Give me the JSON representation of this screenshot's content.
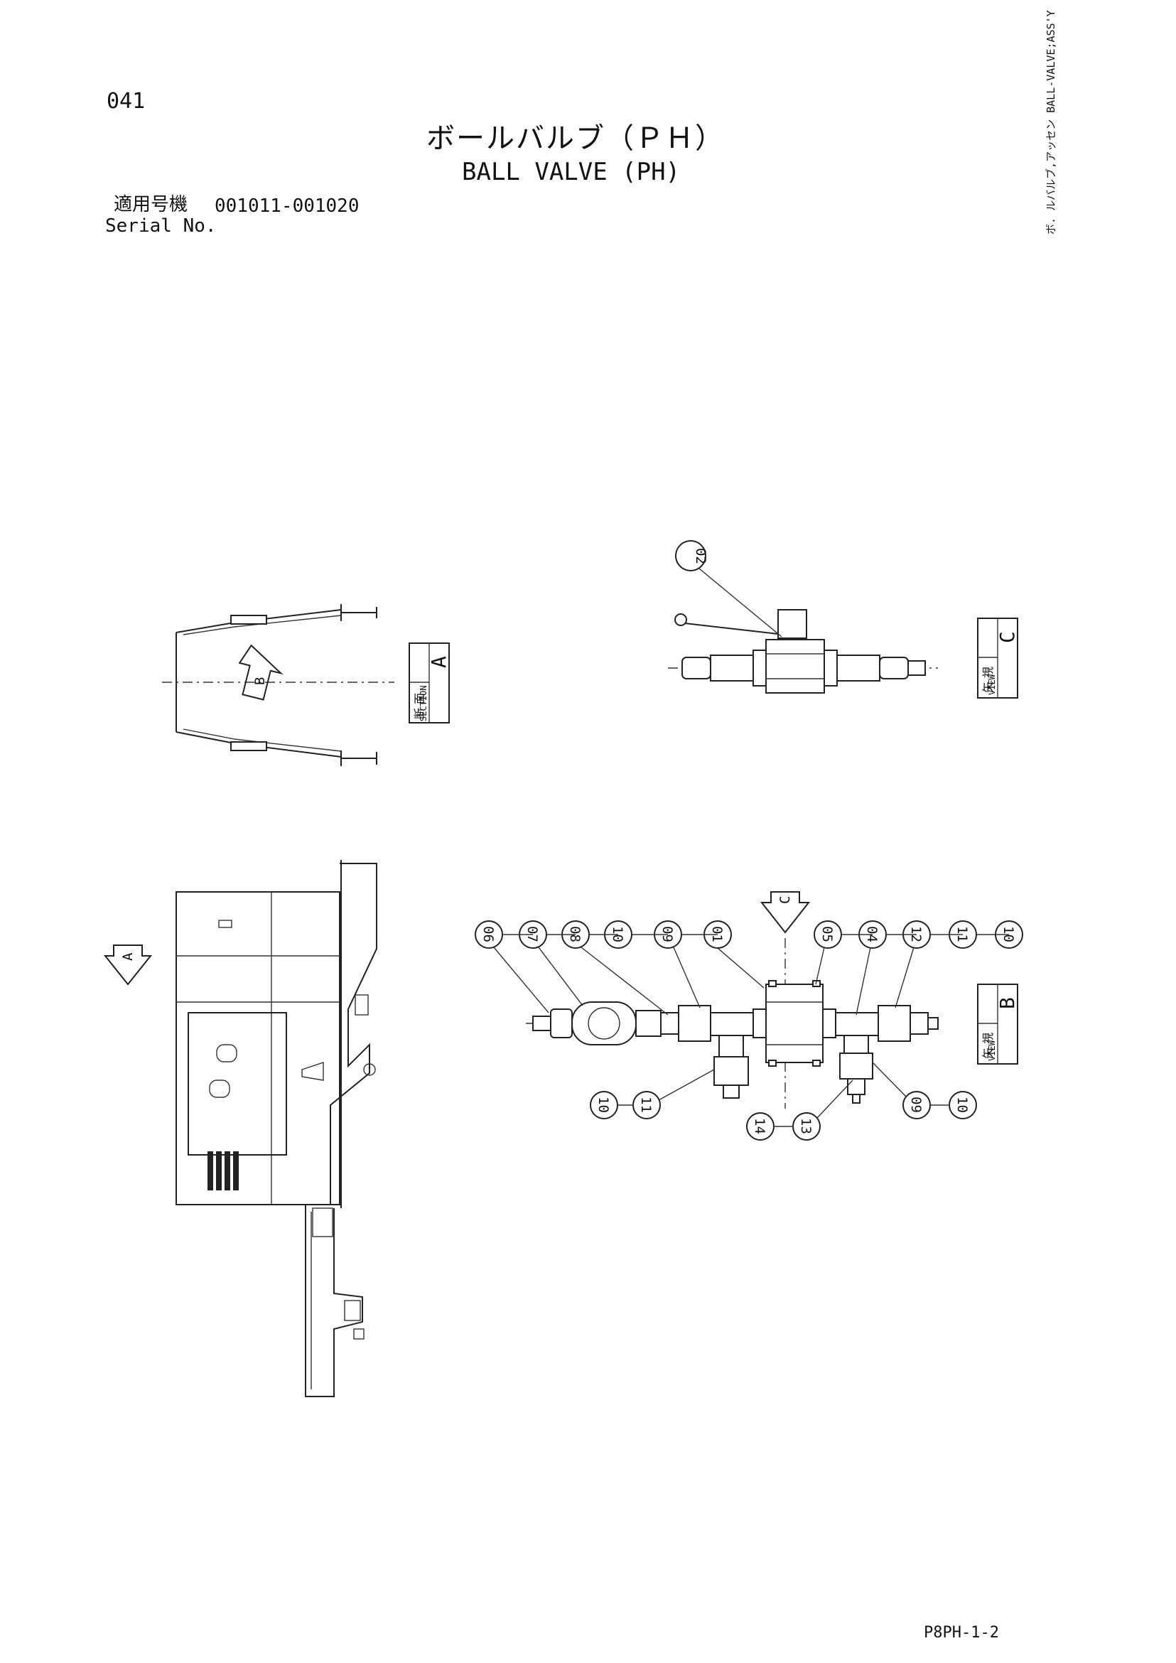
{
  "header": {
    "page_number": "041",
    "title_jp": "ボールバルブ（ＰＨ）",
    "title_en": "BALL VALVE (PH)",
    "serial_label_jp": "適用号機",
    "serial_value": "001011-001020",
    "serial_label_en": "Serial No."
  },
  "assembly_label": "ボ. ルバルブ,アッセン BALL-VALVE;ASS'Y",
  "section_a": {
    "jp": "断 面",
    "en": "SECTION",
    "letter": "A",
    "arrow_letter": "B"
  },
  "view_c": {
    "jp": "矢 視",
    "en": "VIEW",
    "letter": "C",
    "callouts": [
      "02"
    ]
  },
  "view_b": {
    "jp": "矢 視",
    "en": "VIEW",
    "letter": "B",
    "arrow_letter": "C",
    "callouts_top": [
      "06",
      "07",
      "08",
      "10",
      "09",
      "01",
      "05",
      "04",
      "12",
      "11",
      "10"
    ],
    "callouts_bottom_left": [
      "10",
      "11"
    ],
    "callouts_bottom_center": [
      "14",
      "13"
    ],
    "callouts_bottom_right": [
      "09",
      "10"
    ]
  },
  "machine_side": {
    "arrow_letter": "A"
  },
  "footer": {
    "page_code": "P8PH-1-2"
  }
}
